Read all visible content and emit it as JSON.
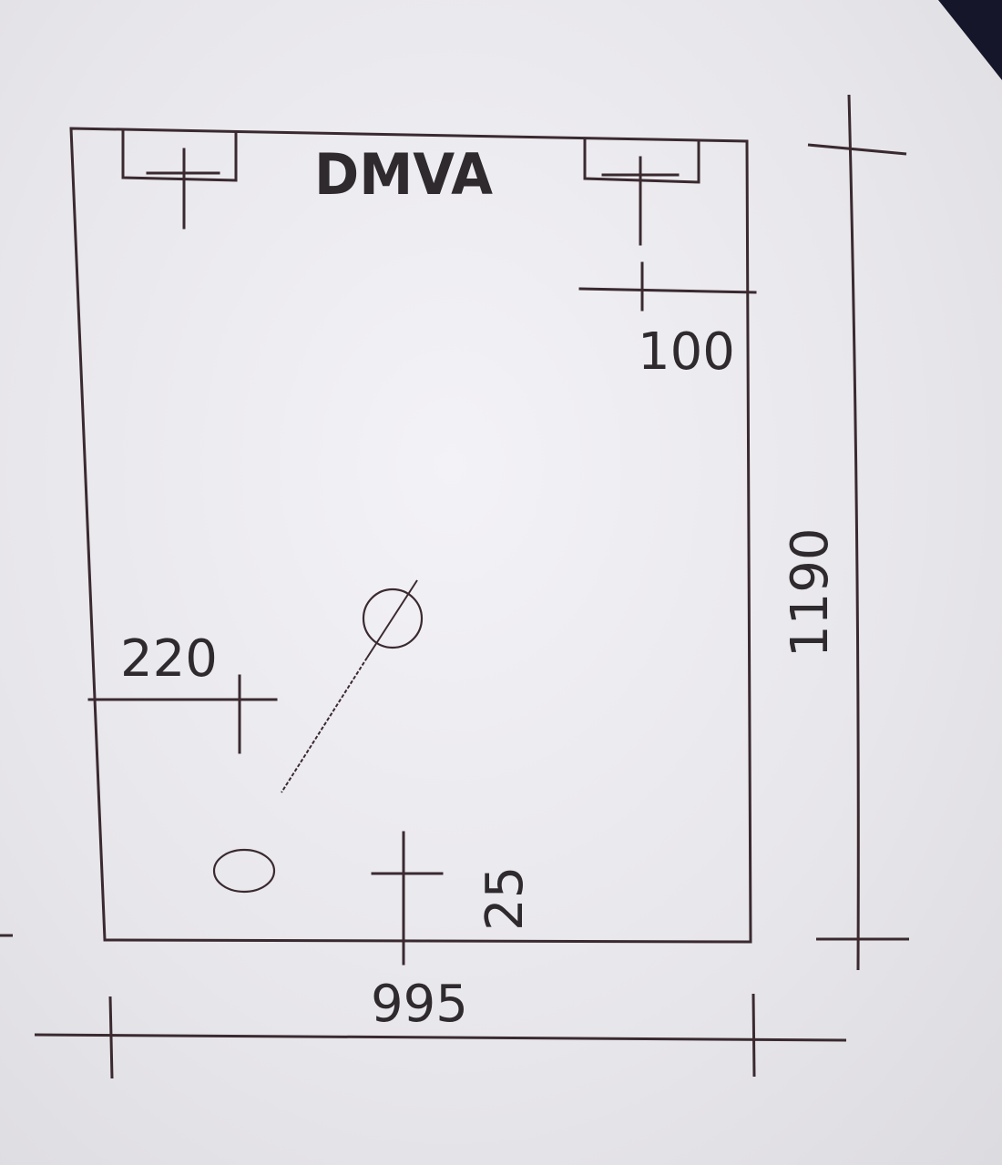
{
  "drawing": {
    "title": "DMVA",
    "dimensions": {
      "top_right_offset": "100",
      "left_offset": "220",
      "bottom_offset": "25",
      "width": "995",
      "height": "1190"
    },
    "colors": {
      "line": "#3a2a30",
      "text": "#2f2a2e",
      "paper": "#eeedf1",
      "corner": "#15162a"
    }
  }
}
